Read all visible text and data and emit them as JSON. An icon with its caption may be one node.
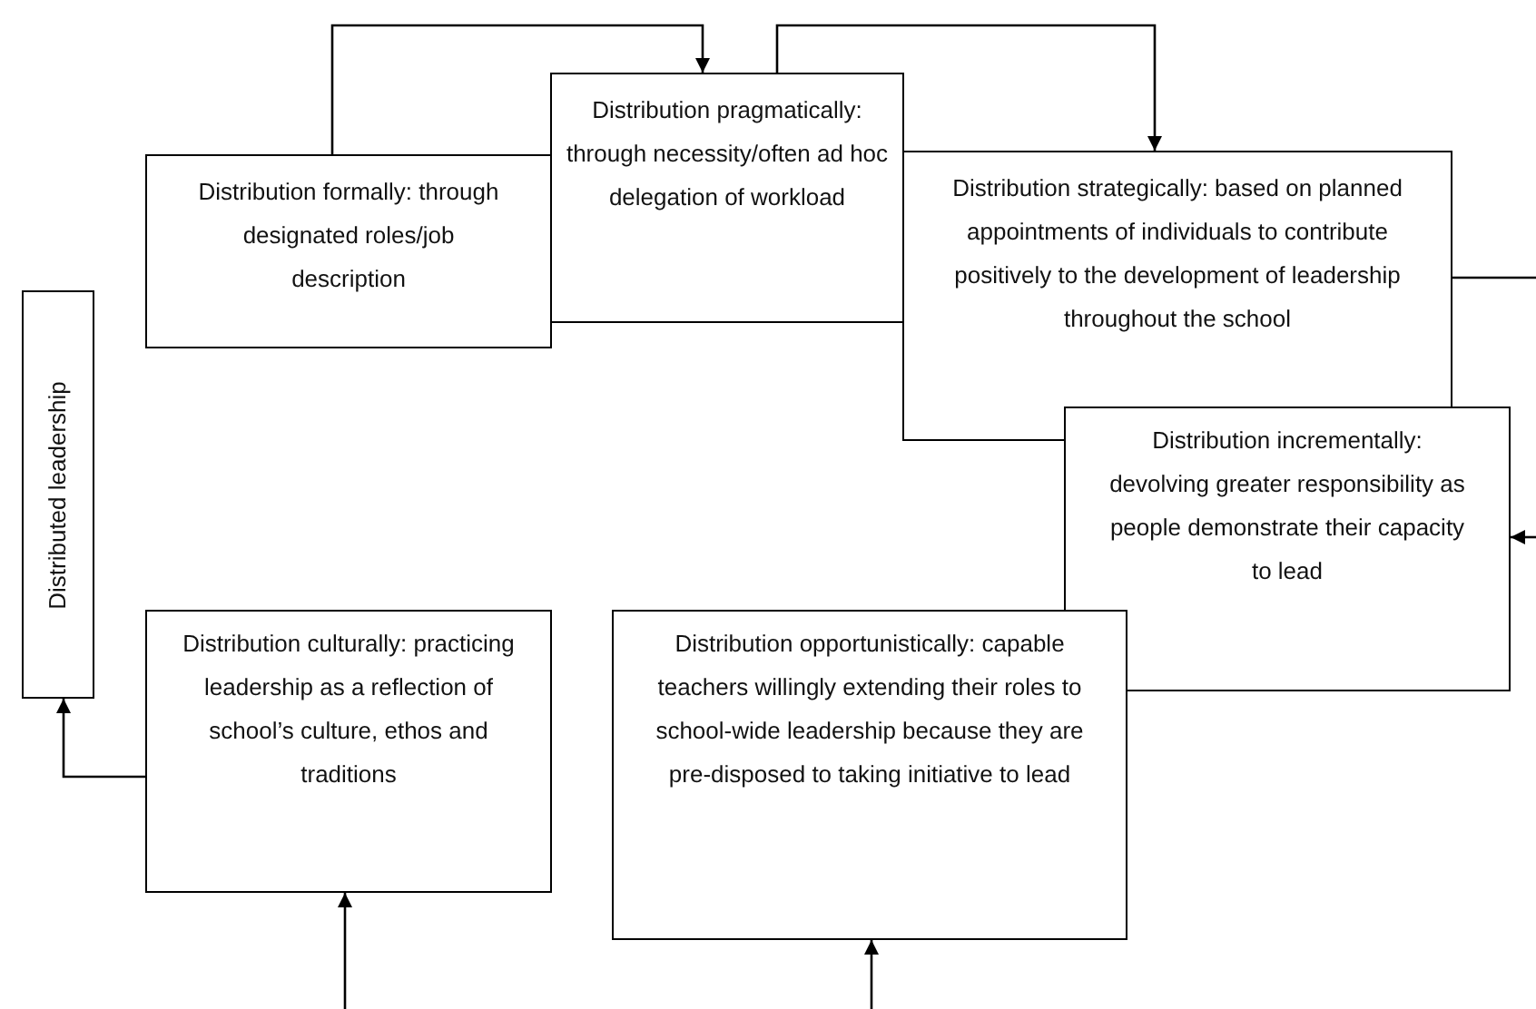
{
  "diagram": {
    "nodes": [
      {
        "text": [
          "Distribution pragmatically: through necessity/often ad hoc delegation of workload"
        ]
      },
      {
        "text": [
          "Distribution formally: through designated roles/job description"
        ]
      },
      {
        "text": [
          "Distribution strategically: based on planned appointments of individuals to contribute positively to the development of leadership throughout the school"
        ]
      },
      {
        "text": [
          "Distribution incrementally: devolving greater responsibility as people demonstrate their capacity to lead"
        ]
      },
      {
        "text": [
          "Distributed leadership"
        ]
      },
      {
        "text": [
          "Distribution culturally: practicing leadership as a reflection of school’s culture, ethos and traditions"
        ]
      },
      {
        "text": [
          "Distribution opportunistically: capable teachers willingly extending their roles to school-wide leadership because they are pre-disposed to taking initiative to lead"
        ]
      }
    ],
    "edges": [
      {
        "from": 1,
        "to": 0,
        "arrow": "to"
      },
      {
        "from": 0,
        "to": 2,
        "arrow": "to"
      },
      {
        "from": 2,
        "to": null,
        "arrow": "none"
      },
      {
        "from": null,
        "to": 3,
        "arrow": "to"
      },
      {
        "from": 5,
        "to": 4,
        "arrow": "to"
      },
      {
        "from": null,
        "to": 5,
        "arrow": "to"
      },
      {
        "from": null,
        "to": 6,
        "arrow": "to"
      }
    ]
  }
}
